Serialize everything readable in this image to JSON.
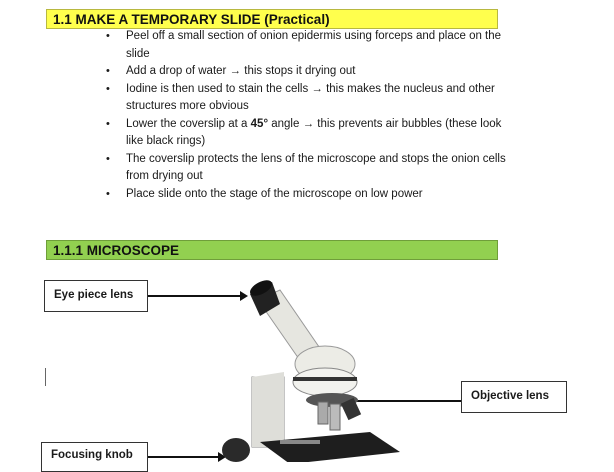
{
  "section1": {
    "heading": "1.1 MAKE A TEMPORARY SLIDE (Practical)",
    "heading_color": "#ffff4d",
    "steps": [
      {
        "pre": "Peel off a small section of onion epidermis using forceps and place on the slide",
        "bold": "",
        "post": ""
      },
      {
        "pre": "Add a drop of water → this stops it drying out",
        "bold": "",
        "post": ""
      },
      {
        "pre": "Iodine is then used to stain the cells → this makes the nucleus and other structures more obvious",
        "bold": "",
        "post": ""
      },
      {
        "pre": "Lower the coverslip at a ",
        "bold": "45°",
        "post": " angle → this prevents air bubbles (these look like black rings)"
      },
      {
        "pre": "The coverslip protects the lens of the microscope and stops the onion cells from drying out",
        "bold": "",
        "post": ""
      },
      {
        "pre": "Place slide onto the stage of the microscope on low power",
        "bold": "",
        "post": ""
      }
    ],
    "bullet": "•"
  },
  "section2": {
    "heading": "1.1.1 MICROSCOPE",
    "heading_color": "#92d050",
    "labels": {
      "eyepiece": "Eye piece lens",
      "objective": "Objective lens",
      "focusing": "Focusing knob"
    }
  }
}
